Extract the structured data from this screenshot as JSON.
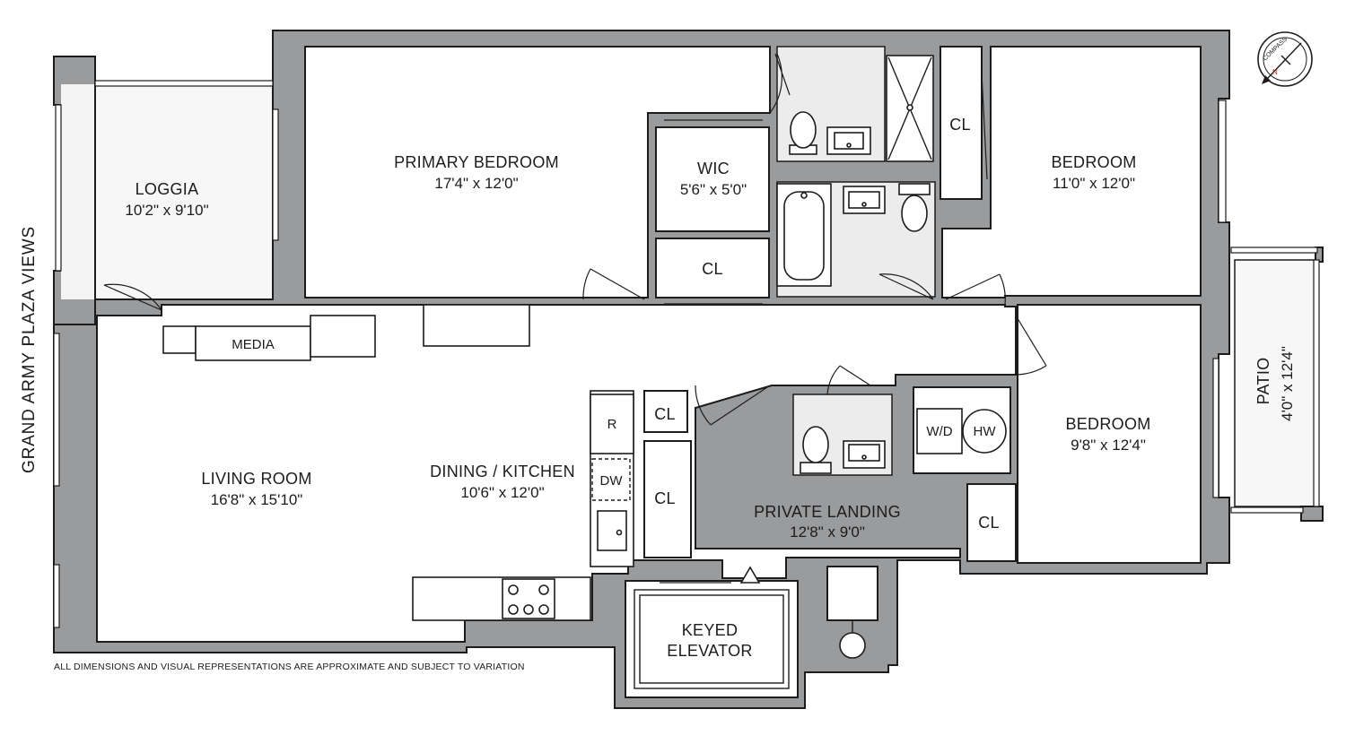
{
  "side_label": "GRAND ARMY PLAZA VIEWS",
  "disclaimer": "ALL DIMENSIONS AND VISUAL REPRESENTATIONS ARE APPROXIMATE AND SUBJECT TO VARIATION",
  "compass": {
    "label": "COMPASS",
    "icon": "compass-icon"
  },
  "rooms": {
    "loggia": {
      "name": "LOGGIA",
      "dims": "10'2\" x 9'10\""
    },
    "primary_bedroom": {
      "name": "PRIMARY BEDROOM",
      "dims": "17'4\" x 12'0\""
    },
    "wic": {
      "name": "WIC",
      "dims": "5'6\" x 5'0\""
    },
    "bedroom_1": {
      "name": "BEDROOM",
      "dims": "11'0\" x 12'0\""
    },
    "bedroom_2": {
      "name": "BEDROOM",
      "dims": "9'8\" x 12'4\""
    },
    "patio": {
      "name": "PATIO",
      "dims": "4'0\" x 12'4\""
    },
    "living_room": {
      "name": "LIVING ROOM",
      "dims": "16'8\" x 15'10\""
    },
    "dining_kitchen": {
      "name": "DINING / KITCHEN",
      "dims": "10'6\" x 12'0\""
    },
    "private_landing": {
      "name": "PRIVATE LANDING",
      "dims": "12'8\" x 9'0\""
    },
    "keyed_elevator": {
      "line1": "KEYED",
      "line2": "ELEVATOR"
    }
  },
  "fixtures": {
    "media": "MEDIA",
    "closet": "CL",
    "refrigerator": "R",
    "dishwasher": "DW",
    "washer_dryer": "W/D",
    "hot_water": "HW"
  }
}
